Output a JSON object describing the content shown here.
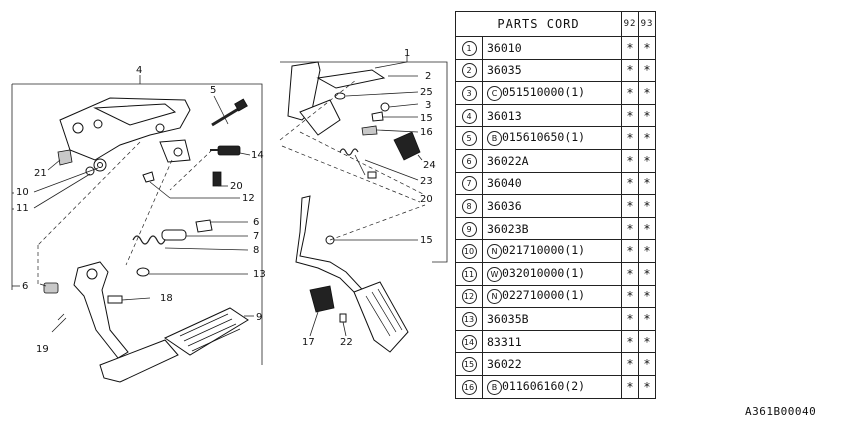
{
  "table": {
    "header": "PARTS CORD",
    "year_cols": [
      "92",
      "93"
    ],
    "rows": [
      {
        "no": "1",
        "prefix": "",
        "code": "36010",
        "qty": "",
        "m1": "*",
        "m2": "*"
      },
      {
        "no": "2",
        "prefix": "",
        "code": "36035",
        "qty": "",
        "m1": "*",
        "m2": "*"
      },
      {
        "no": "3",
        "prefix": "C",
        "code": "051510000",
        "qty": "(1)",
        "m1": "*",
        "m2": "*"
      },
      {
        "no": "4",
        "prefix": "",
        "code": "36013",
        "qty": "",
        "m1": "*",
        "m2": "*"
      },
      {
        "no": "5",
        "prefix": "B",
        "code": "015610650",
        "qty": "(1)",
        "m1": "*",
        "m2": "*"
      },
      {
        "no": "6",
        "prefix": "",
        "code": "36022A",
        "qty": "",
        "m1": "*",
        "m2": "*"
      },
      {
        "no": "7",
        "prefix": "",
        "code": "36040",
        "qty": "",
        "m1": "*",
        "m2": "*"
      },
      {
        "no": "8",
        "prefix": "",
        "code": "36036",
        "qty": "",
        "m1": "*",
        "m2": "*"
      },
      {
        "no": "9",
        "prefix": "",
        "code": "36023B",
        "qty": "",
        "m1": "*",
        "m2": "*"
      },
      {
        "no": "10",
        "prefix": "N",
        "code": "021710000",
        "qty": "(1)",
        "m1": "*",
        "m2": "*"
      },
      {
        "no": "11",
        "prefix": "W",
        "code": "032010000",
        "qty": "(1)",
        "m1": "*",
        "m2": "*"
      },
      {
        "no": "12",
        "prefix": "N",
        "code": "022710000",
        "qty": "(1)",
        "m1": "*",
        "m2": "*"
      },
      {
        "no": "13",
        "prefix": "",
        "code": "36035B",
        "qty": "",
        "m1": "*",
        "m2": "*"
      },
      {
        "no": "14",
        "prefix": "",
        "code": "83311",
        "qty": "",
        "m1": "*",
        "m2": "*"
      },
      {
        "no": "15",
        "prefix": "",
        "code": "36022",
        "qty": "",
        "m1": "*",
        "m2": "*"
      },
      {
        "no": "16",
        "prefix": "B",
        "code": "011606160",
        "qty": "(2)",
        "m1": "*",
        "m2": "*"
      }
    ]
  },
  "callouts": {
    "c1": "1",
    "c2": "2",
    "c25": "25",
    "c3": "3",
    "c15a": "15",
    "c16": "16",
    "c24": "24",
    "c23": "23",
    "c20a": "20",
    "c15b": "15",
    "c17": "17",
    "c22": "22",
    "c4": "4",
    "c5": "5",
    "c21": "21",
    "c10": "10",
    "c11": "11",
    "c14": "14",
    "c20b": "20",
    "c12": "12",
    "c6a": "6",
    "c7": "7",
    "c8": "8",
    "c13": "13",
    "c6b": "6",
    "c18": "18",
    "c9": "9",
    "c19": "19"
  },
  "drawing_code": "A361B00040"
}
